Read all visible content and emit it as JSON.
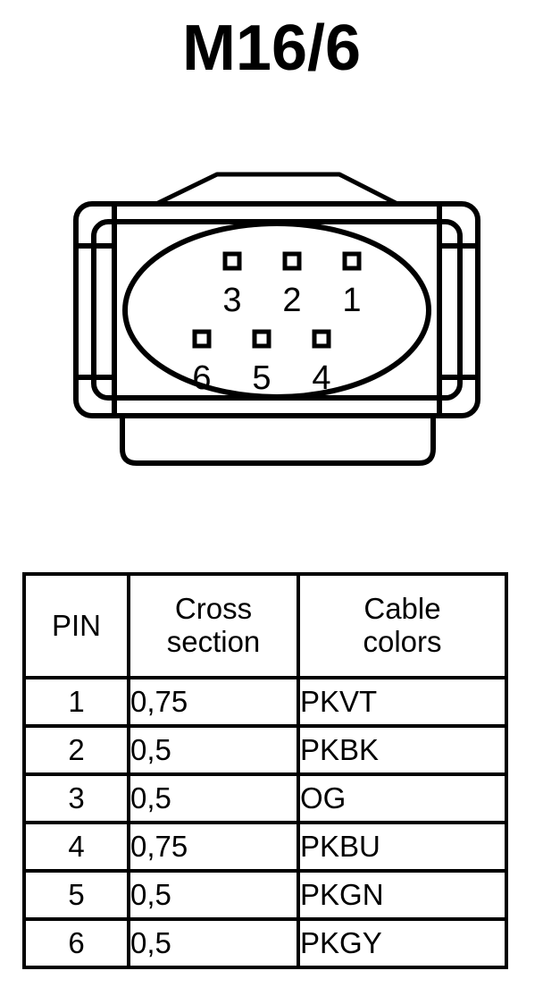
{
  "title": "M16/6",
  "connector": {
    "name": "6-pin automotive connector face view",
    "pins": [
      {
        "number": "1",
        "row": "top",
        "col": 3
      },
      {
        "number": "2",
        "row": "top",
        "col": 2
      },
      {
        "number": "3",
        "row": "top",
        "col": 1
      },
      {
        "number": "4",
        "row": "bottom",
        "col": 3
      },
      {
        "number": "5",
        "row": "bottom",
        "col": 2
      },
      {
        "number": "6",
        "row": "bottom",
        "col": 1
      }
    ],
    "stroke_color": "#000000",
    "fill_color": "#ffffff"
  },
  "table": {
    "headers": [
      {
        "lines": [
          "PIN"
        ]
      },
      {
        "lines": [
          "Cross",
          "section"
        ]
      },
      {
        "lines": [
          "Cable",
          "colors"
        ]
      }
    ],
    "rows": [
      {
        "pin": "1",
        "cross_section": "0,75",
        "cable_color": "PKVT"
      },
      {
        "pin": "2",
        "cross_section": "0,5",
        "cable_color": "PKBK"
      },
      {
        "pin": "3",
        "cross_section": "0,5",
        "cable_color": "OG"
      },
      {
        "pin": "4",
        "cross_section": "0,75",
        "cable_color": "PKBU"
      },
      {
        "pin": "5",
        "cross_section": "0,5",
        "cable_color": "PKGN"
      },
      {
        "pin": "6",
        "cross_section": "0,5",
        "cable_color": "PKGY"
      }
    ]
  }
}
